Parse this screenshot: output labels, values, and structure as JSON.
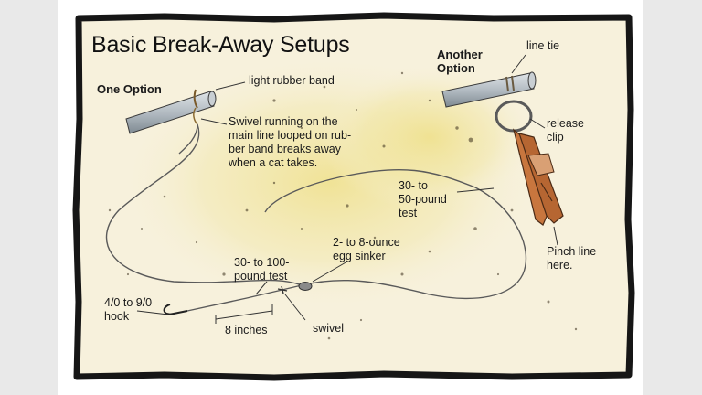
{
  "diagram": {
    "title": "Basic Break-Away Setups",
    "one_option": {
      "heading": "One Option",
      "rubber_band": "light rubber band",
      "swivel_note": "Swivel running on the\nmain line looped on rub-\nber band breaks away\nwhen a cat takes."
    },
    "another_option": {
      "heading": "Another\nOption",
      "line_tie": "line tie",
      "release_clip": "release\nclip",
      "pinch_line": "Pinch line\nhere."
    },
    "rig": {
      "main_line_test": "30- to\n50-pound\ntest",
      "sinker": "2- to 8-ounce\negg sinker",
      "leader_test": "30- to 100-\npound test",
      "hook": "4/0 to 9/0\nhook",
      "leader_length": "8 inches",
      "swivel": "swivel"
    },
    "colors": {
      "paper": "#f7f1dc",
      "yellow_wash": "#efe08a",
      "border": "#161616",
      "rod": "#b9c2c8",
      "clip": "#c8763e",
      "line": "#5a5a5a"
    }
  }
}
